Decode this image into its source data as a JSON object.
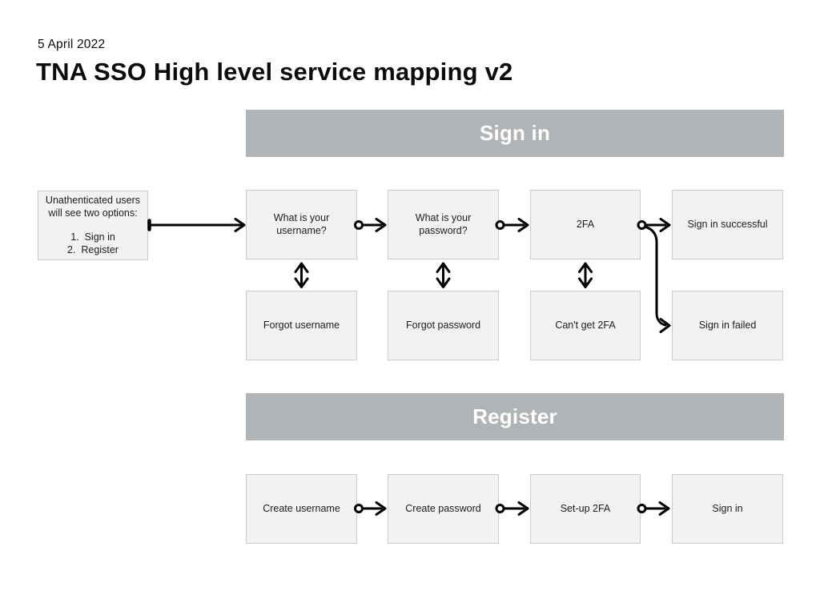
{
  "header": {
    "date": "5 April 2022",
    "title": "TNA SSO High level service mapping v2"
  },
  "signin": {
    "banner": "Sign in",
    "intro": {
      "line1": "Unathenticated users",
      "line2": "will see two options:",
      "item1": "1.  Sign in",
      "item2": "2.  Register"
    },
    "row1": [
      "What is your username?",
      "What is your password?",
      "2FA",
      "Sign in successful"
    ],
    "row2": [
      "Forgot username",
      "Forgot password",
      "Can't get 2FA",
      "Sign in failed"
    ]
  },
  "register": {
    "banner": "Register",
    "row": [
      "Create username",
      "Create password",
      "Set-up 2FA",
      "Sign in"
    ]
  },
  "colors": {
    "banner": "#b1b4b6",
    "box_fill": "#f3f2f1",
    "box_border": "#cbcbc9",
    "arrow": "#000000",
    "text": "#1d1d1b"
  }
}
